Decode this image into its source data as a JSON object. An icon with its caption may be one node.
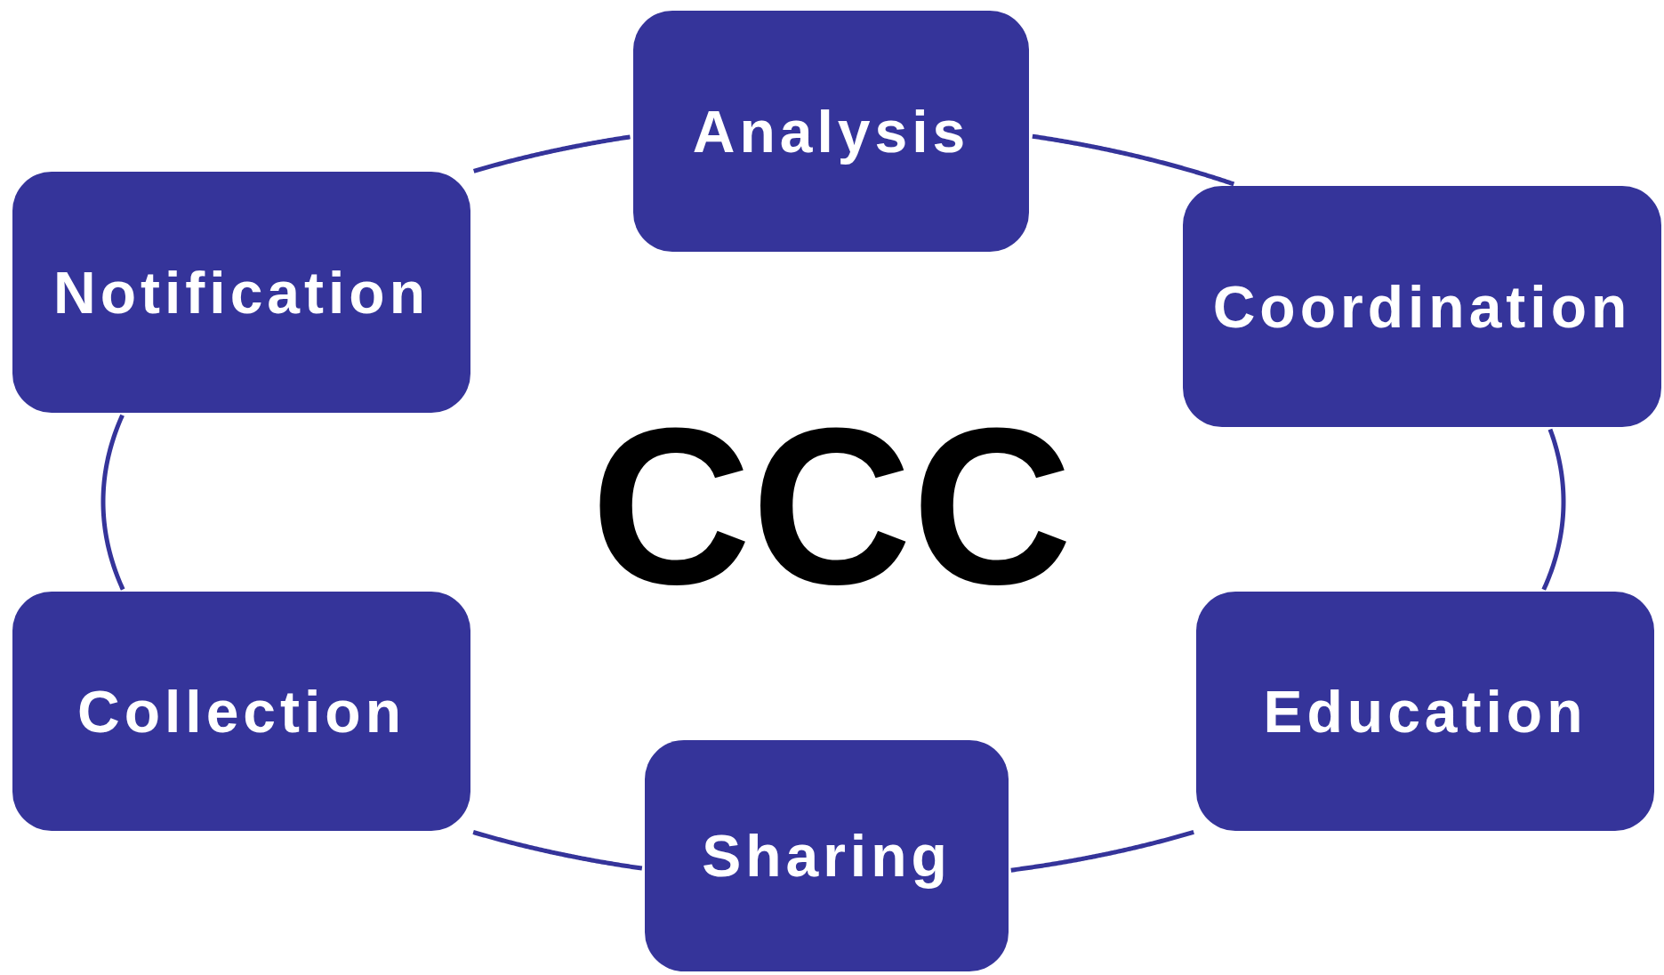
{
  "diagram": {
    "nodes": [
      {
        "text": [
          "Analysis"
        ]
      },
      {
        "text": [
          "Notification"
        ]
      },
      {
        "text": [
          "Coordination"
        ]
      },
      {
        "text": [
          "Collection"
        ]
      },
      {
        "text": [
          "Education"
        ]
      },
      {
        "text": [
          "Sharing"
        ]
      }
    ],
    "edges": [
      {
        "from": 0,
        "to": 2,
        "arrow": "none"
      },
      {
        "from": 2,
        "to": 4,
        "arrow": "none"
      },
      {
        "from": 4,
        "to": 5,
        "arrow": "none"
      },
      {
        "from": 5,
        "to": 3,
        "arrow": "none"
      },
      {
        "from": 3,
        "to": 1,
        "arrow": "none"
      },
      {
        "from": 1,
        "to": 0,
        "arrow": "none"
      }
    ],
    "labels": [
      "CCC"
    ]
  }
}
